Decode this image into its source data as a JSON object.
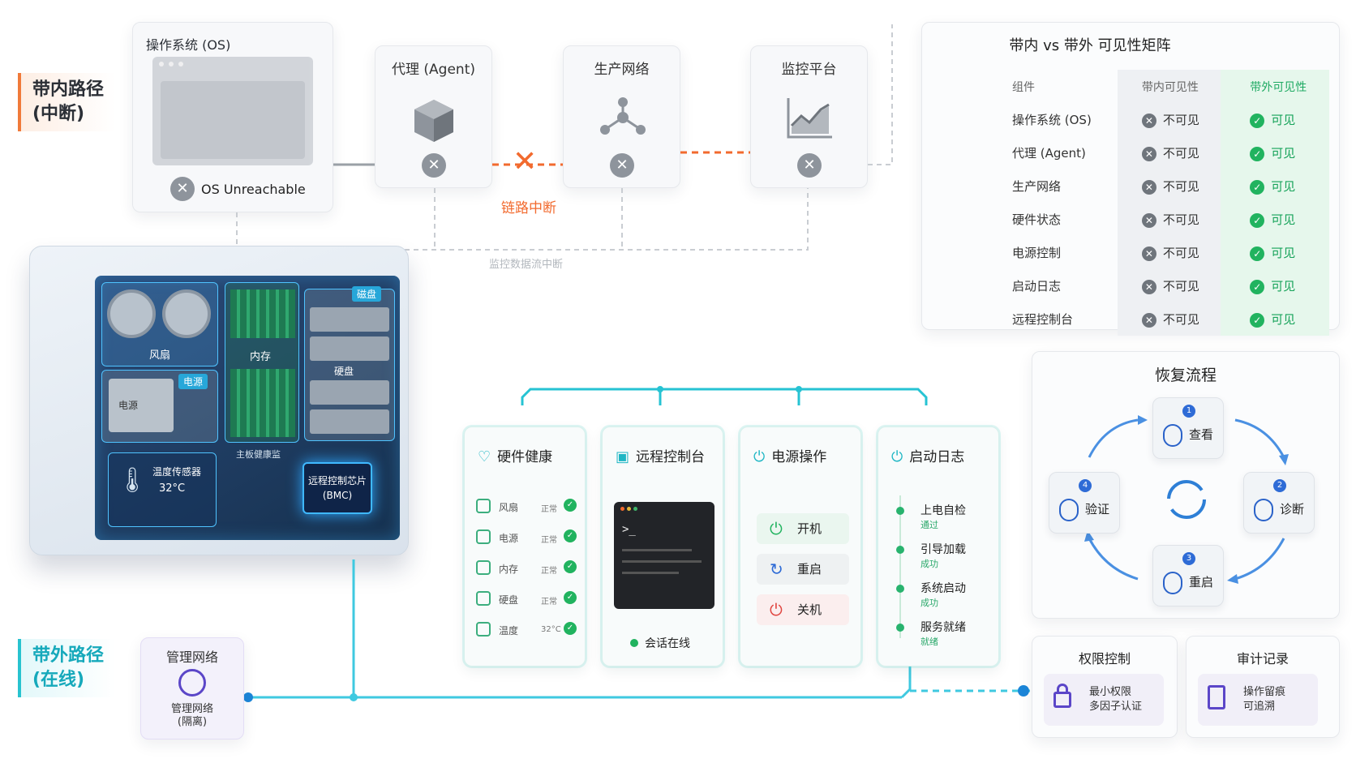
{
  "lanes": {
    "inband": "带内路径\n(中断)",
    "oob": "带外路径\n(在线)"
  },
  "os_card": {
    "title": "操作系统 (OS)",
    "status": "OS Unreachable"
  },
  "agent_card": {
    "title": "代理 (Agent)"
  },
  "prod_net_card": {
    "title": "生产网络"
  },
  "monitor_card": {
    "title": "监控平台"
  },
  "link_break": "链路中断",
  "monitor_flow_break": "监控数据流中断",
  "server_labels": {
    "fans": "风扇",
    "memory": "内存",
    "storage_top": "磁盘",
    "storage_mid": "硬盘",
    "psu_tag": "电源",
    "psu": "电源",
    "temp_sensor": "温度传感器",
    "temp_value": "32°C",
    "board": "主板健康监",
    "bmc": "远程控制芯片\n(BMC)"
  },
  "matrix": {
    "title": "带内 vs 带外 可见性矩阵",
    "headers": [
      "组件",
      "带内可见性",
      "带外可见性"
    ],
    "rows": [
      {
        "component": "操作系统 (OS)",
        "inband": "不可见",
        "oob": "可见"
      },
      {
        "component": "代理 (Agent)",
        "inband": "不可见",
        "oob": "可见"
      },
      {
        "component": "生产网络",
        "inband": "不可见",
        "oob": "可见"
      },
      {
        "component": "硬件状态",
        "inband": "不可见",
        "oob": "可见"
      },
      {
        "component": "电源控制",
        "inband": "不可见",
        "oob": "可见"
      },
      {
        "component": "启动日志",
        "inband": "不可见",
        "oob": "可见"
      },
      {
        "component": "远程控制台",
        "inband": "不可见",
        "oob": "可见"
      }
    ]
  },
  "hw_panel": {
    "title": "硬件健康",
    "rows": [
      {
        "name": "风扇",
        "status": "正常"
      },
      {
        "name": "电源",
        "status": "正常"
      },
      {
        "name": "内存",
        "status": "正常"
      },
      {
        "name": "硬盘",
        "status": "正常"
      },
      {
        "name": "温度",
        "status": "32°C"
      }
    ]
  },
  "console_panel": {
    "title": "远程控制台",
    "prompt": ">_",
    "status": "会话在线"
  },
  "power_panel": {
    "title": "电源操作",
    "buttons": [
      "开机",
      "重启",
      "关机"
    ]
  },
  "log_panel": {
    "title": "启动日志",
    "entries": [
      {
        "title": "上电自检",
        "status": "通过"
      },
      {
        "title": "引导加载",
        "status": "成功"
      },
      {
        "title": "系统启动",
        "status": "成功"
      },
      {
        "title": "服务就绪",
        "status": "就绪"
      }
    ]
  },
  "recovery": {
    "title": "恢复流程",
    "steps": [
      {
        "num": "1",
        "label": "查看"
      },
      {
        "num": "2",
        "label": "诊断"
      },
      {
        "num": "3",
        "label": "重启"
      },
      {
        "num": "4",
        "label": "验证"
      }
    ]
  },
  "mgmt_net": {
    "title": "管理网络",
    "label": "管理网络\n(隔离)"
  },
  "access": {
    "title": "权限控制",
    "desc": "最小权限\n多因子认证"
  },
  "audit": {
    "title": "审计记录",
    "desc": "操作留痕\n可追溯"
  },
  "colors": {
    "break": "#f26a2e",
    "oob": "#26c3d3",
    "ok": "#21b35f",
    "muted": "#8e949c"
  }
}
